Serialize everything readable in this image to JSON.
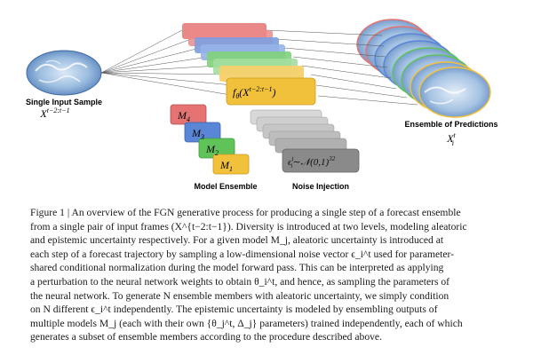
{
  "figure": {
    "input_label": "Single Input Sample",
    "input_math": "X",
    "input_math_sup": "t−2:t−1",
    "function_label_prefix": "f",
    "function_sub": "θ",
    "function_args": "(X",
    "function_args_sup": "t−2:t−1",
    "function_close": ")",
    "models": [
      "M",
      "M",
      "M",
      "M"
    ],
    "model_subs": [
      "4",
      "3",
      "2",
      "1"
    ],
    "model_ensemble_label": "Model Ensemble",
    "noise_math": "ϵ",
    "noise_sub": "i",
    "noise_sup": "t",
    "noise_rest": "∼𝒩(0,1)",
    "noise_sup2": "32",
    "noise_injection_label": "Noise Injection",
    "output_label": "Ensemble of Predictions",
    "output_math": "X",
    "output_sub": "i",
    "output_sup": "t",
    "colors": {
      "red": "#e57373",
      "blue": "#5a86d6",
      "green": "#5fc35a",
      "yellow": "#f2c13c",
      "gray": "#bdbdbd",
      "darkgray": "#8a8a8a"
    }
  },
  "caption": {
    "line1": "Figure 1 | An overview of the FGN generative process for producing a single step of a forecast ensemble",
    "line2": "from a single pair of input frames (X^{t−2:t−1}). Diversity is introduced at two levels, modeling aleatoric",
    "line3": "and epistemic uncertainty respectively. For a given model M_j, aleatoric uncertainty is introduced at",
    "line4": "each step of a forecast trajectory by sampling a low-dimensional noise vector ϵ_i^t used for parameter-",
    "line5": "shared conditional normalization during the model forward pass. This can be interpreted as applying",
    "line6": "a perturbation to the neural network weights to obtain θ_i^t, and hence, as sampling the parameters of",
    "line7": "the neural network. To generate N ensemble members with aleatoric uncertainty, we simply condition",
    "line8": "on N different ϵ_i^t independently. The epistemic uncertainty is modeled by ensembling outputs of",
    "line9": "multiple models M_j (each with their own {θ_j^t, Δ_j} parameters) trained independently, each of which",
    "line10": "generates a subset of ensemble members according to the procedure described above."
  }
}
